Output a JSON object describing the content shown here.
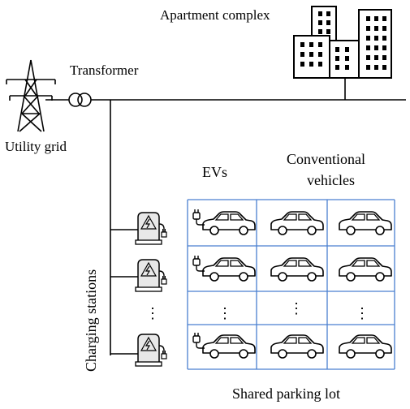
{
  "labels": {
    "apartment": "Apartment complex",
    "transformer": "Transformer",
    "grid": "Utility  grid",
    "evs": "EVs",
    "conv_line1": "Conventional",
    "conv_line2": "vehicles",
    "stations": "Charging stations",
    "lot": "Shared parking lot"
  },
  "ellipsis": "⋮",
  "parking_grid": {
    "rows": [
      "car",
      "car",
      "ellipsis",
      "car"
    ],
    "columns": [
      "ev",
      "conventional",
      "conventional"
    ],
    "border_color": "#4a7fd0"
  },
  "icons": {
    "pylon": "transmission-tower-icon",
    "transformer": "transformer-icon",
    "building": "building-icon",
    "charger": "charging-station-icon",
    "plug": "plug-icon",
    "car": "car-icon"
  },
  "colors": {
    "line": "#000000",
    "grid_border": "#4a7fd0",
    "charger_fill": "#e8e8e8"
  }
}
